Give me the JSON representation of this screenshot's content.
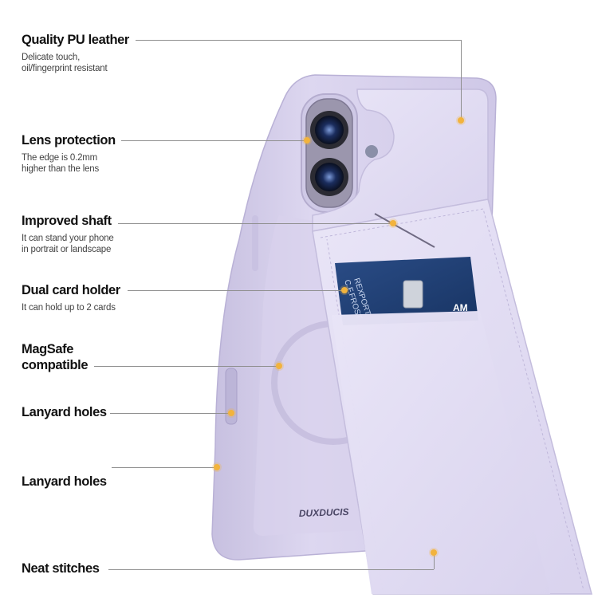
{
  "features": [
    {
      "title": "Quality PU leather",
      "desc": [
        "Delicate touch,",
        "oil/fingerprint resistant"
      ]
    },
    {
      "title": "Lens protection",
      "desc": [
        "The edge is 0.2mm",
        "higher than the lens"
      ]
    },
    {
      "title": "Improved shaft",
      "desc": [
        "It can stand your phone",
        "in portrait or landscape"
      ]
    },
    {
      "title": "Dual card holder",
      "desc": [
        "It can hold up to 2 cards"
      ]
    },
    {
      "title": "MagSafe compatible",
      "desc": []
    },
    {
      "title": "Lanyard holes",
      "desc": []
    },
    {
      "title": "Lanyard holes",
      "desc": []
    },
    {
      "title": "Neat stitches",
      "desc": []
    }
  ],
  "product": {
    "brand": "DUXDUCIS",
    "card_text": [
      "C.F.FROST",
      "REXPORT",
      "AM"
    ]
  },
  "colors": {
    "case": "#d7d1ec",
    "card": "#1f3d73",
    "dot": "#f2b33d"
  }
}
